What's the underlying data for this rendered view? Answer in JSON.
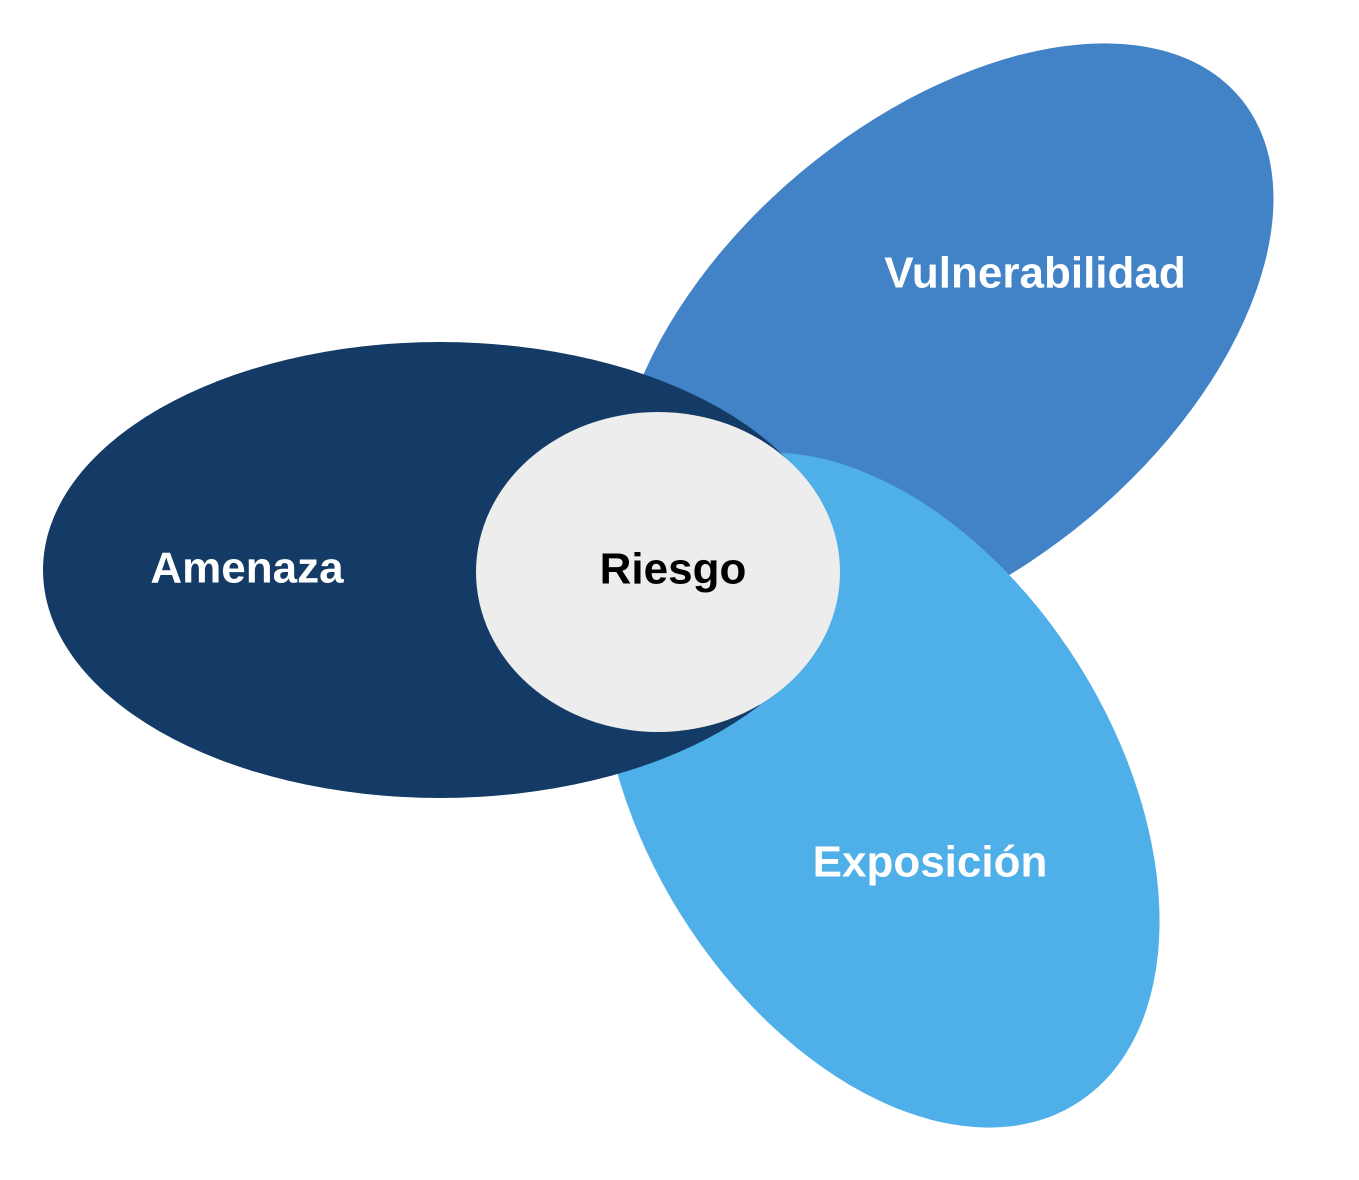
{
  "diagram": {
    "nodes": [
      {
        "id": "vulnerabilidad",
        "label": "Vulnerabilidad",
        "fill": "#4283C7",
        "text_color": "#FFFFFF"
      },
      {
        "id": "exposicion",
        "label": "Exposición",
        "fill": "#4FAFE8",
        "text_color": "#FFFFFF"
      },
      {
        "id": "amenaza",
        "label": "Amenaza",
        "fill": "#133B66",
        "text_color": "#FFFFFF"
      },
      {
        "id": "riesgo",
        "label": "Riesgo",
        "fill": "#EDEDED",
        "text_color": "#000000"
      }
    ]
  }
}
